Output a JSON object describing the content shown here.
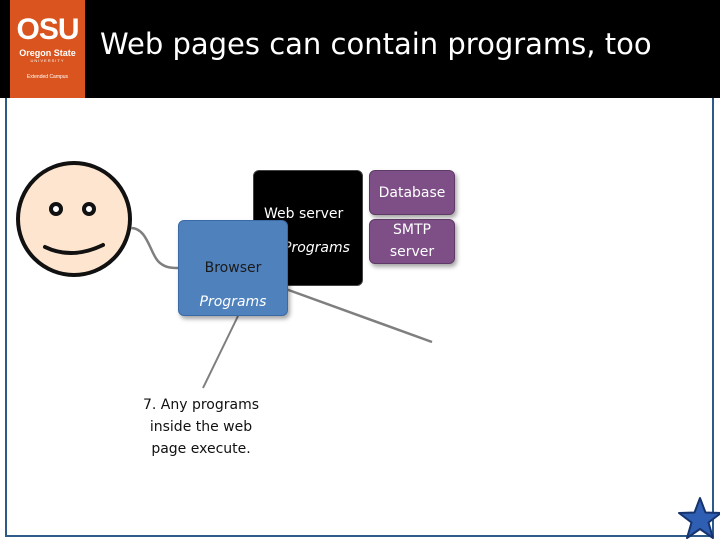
{
  "logo": {
    "name": "OSU",
    "line1": "Oregon State",
    "line2": "UNIVERSITY",
    "line3": "Extended Campus"
  },
  "slide": {
    "title": "Web pages can contain programs, too"
  },
  "diagram": {
    "web_server": {
      "label": "Web server",
      "sublabel": "Programs"
    },
    "browser": {
      "label": "Browser",
      "sublabel": "Programs"
    },
    "database": {
      "label": "Database"
    },
    "smtp": {
      "line1": "SMTP",
      "line2": "server"
    },
    "note": [
      "7. Any programs",
      "inside the web",
      "page execute."
    ]
  },
  "colors": {
    "header": "#000000",
    "logo": "#d9541e",
    "browser": "#4f81bd",
    "database": "#7d4f86",
    "star": "#2f5fb3"
  },
  "icons": {
    "user": "smiley-face-icon",
    "nav": "star-icon"
  }
}
